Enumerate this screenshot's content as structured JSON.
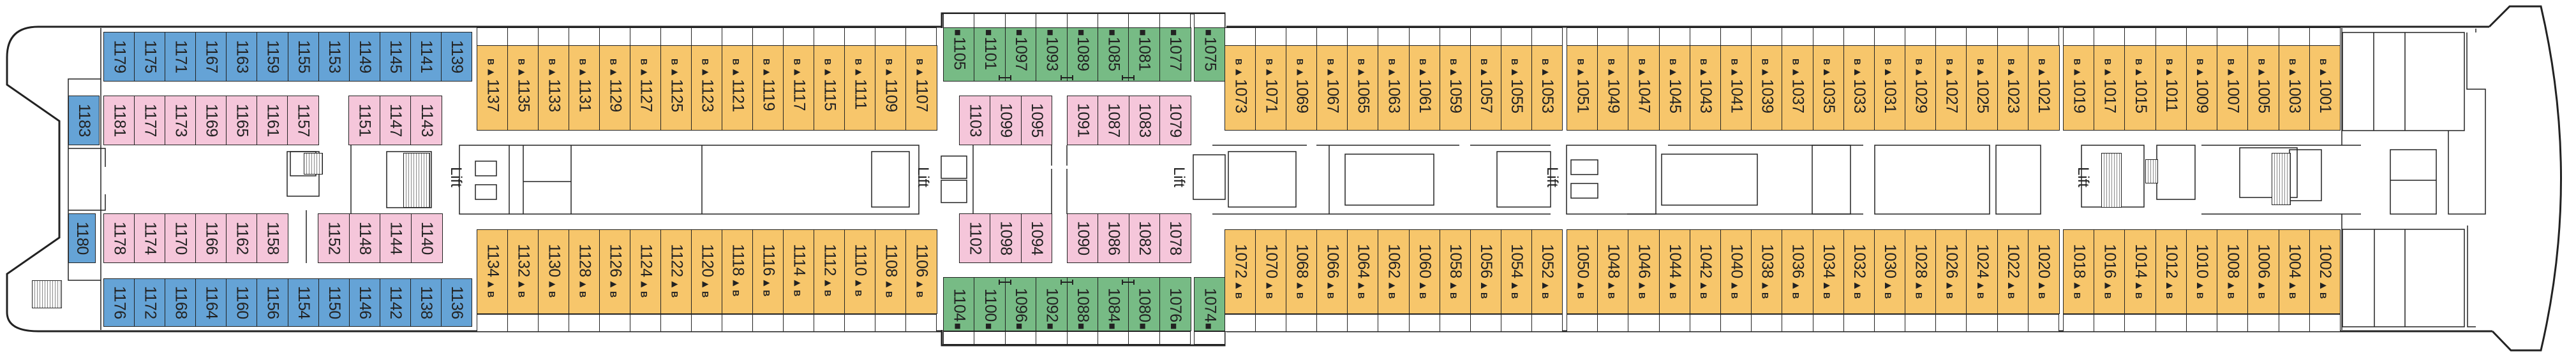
{
  "colors": {
    "blue": "#65a3d6",
    "pink": "#f5c6da",
    "orange": "#f7c66b",
    "green": "#77bb85",
    "line": "#222222"
  },
  "markers": {
    "balcony_letter": "B",
    "arrow": "▲",
    "square": "■"
  },
  "lift_label": "Lift",
  "cabins": {
    "top_blue": [
      "1179",
      "1175",
      "1171",
      "1167",
      "1163",
      "1159",
      "1155",
      "1153",
      "1149",
      "1145",
      "1141",
      "1139"
    ],
    "upper_end_blue": [
      "1183"
    ],
    "upper_pink_aft": [
      "1181",
      "1177",
      "1173",
      "1169",
      "1165",
      "1161",
      "1157"
    ],
    "upper_pink_aft2": [
      "1151",
      "1147",
      "1143"
    ],
    "lower_end_blue": [
      "1180"
    ],
    "lower_pink_aft": [
      "1178",
      "1174",
      "1170",
      "1166",
      "1162",
      "1158"
    ],
    "lower_pink_aft2": [
      "1152",
      "1148",
      "1144",
      "1140"
    ],
    "bottom_blue": [
      "1176",
      "1172",
      "1168",
      "1164",
      "1160",
      "1156",
      "1154",
      "1150",
      "1146",
      "1142",
      "1138",
      "1136"
    ],
    "top_orange_aft": [
      "1137",
      "1135",
      "1133",
      "1131",
      "1129",
      "1127",
      "1125",
      "1123",
      "1121",
      "1119",
      "1117",
      "1115",
      "1111",
      "1109",
      "1107"
    ],
    "bottom_orange_aft": [
      "1134",
      "1132",
      "1130",
      "1128",
      "1126",
      "1124",
      "1122",
      "1120",
      "1118",
      "1116",
      "1114",
      "1112",
      "1110",
      "1108",
      "1106"
    ],
    "top_green": [
      "1105",
      "1101",
      "1097",
      "1093",
      "1089",
      "1085",
      "1081",
      "1077"
    ],
    "top_green_single": [
      "1075"
    ],
    "bottom_green": [
      "1104",
      "1100",
      "1096",
      "1092",
      "1088",
      "1084",
      "1080",
      "1076"
    ],
    "bottom_green_single": [
      "1074"
    ],
    "mid_upper_pink_1": [
      "1103",
      "1099",
      "1095"
    ],
    "mid_upper_pink_2": [
      "1091",
      "1087",
      "1083",
      "1079"
    ],
    "mid_lower_pink_1": [
      "1102",
      "1098",
      "1094"
    ],
    "mid_lower_pink_2": [
      "1090",
      "1086",
      "1082",
      "1078"
    ],
    "top_orange_fwd_1": [
      "1073",
      "1071",
      "1069",
      "1067",
      "1065",
      "1063",
      "1061",
      "1059",
      "1057",
      "1055",
      "1053"
    ],
    "top_orange_fwd_2": [
      "1051",
      "1049",
      "1047",
      "1045",
      "1043",
      "1041",
      "1039",
      "1037",
      "1035",
      "1033",
      "1031",
      "1029",
      "1027",
      "1025",
      "1023",
      "1021"
    ],
    "top_orange_fwd_3": [
      "1019",
      "1017",
      "1015",
      "1011",
      "1009",
      "1007",
      "1005",
      "1003",
      "1001"
    ],
    "bottom_orange_fwd_1": [
      "1072",
      "1070",
      "1068",
      "1066",
      "1064",
      "1062",
      "1060",
      "1058",
      "1056",
      "1054",
      "1052"
    ],
    "bottom_orange_fwd_2": [
      "1050",
      "1048",
      "1046",
      "1044",
      "1042",
      "1040",
      "1038",
      "1036",
      "1034",
      "1032",
      "1030",
      "1028",
      "1026",
      "1024",
      "1022",
      "1020"
    ],
    "bottom_orange_fwd_3": [
      "1018",
      "1016",
      "1014",
      "1012",
      "1010",
      "1008",
      "1006",
      "1004",
      "1002"
    ]
  }
}
